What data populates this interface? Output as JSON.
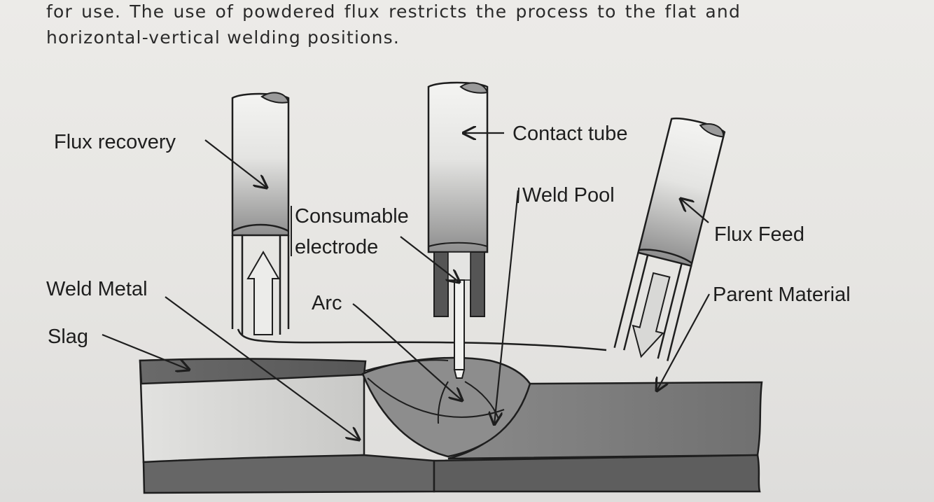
{
  "paragraph": {
    "line1": "for use. The use of powdered flux restricts the process to the flat and",
    "line2": "horizontal-vertical welding positions."
  },
  "labels": {
    "flux_recovery": "Flux recovery",
    "contact_tube": "Contact tube",
    "weld_pool": "Weld Pool",
    "consumable": "Consumable",
    "electrode": "electrode",
    "flux_feed": "Flux Feed",
    "weld_metal": "Weld Metal",
    "arc": "Arc",
    "parent_material": "Parent Material",
    "slag": "Slag"
  },
  "colors": {
    "ink": "#1e1e1e",
    "plate_dark": "#6f6f6f",
    "slag_band": "#5a5a5a",
    "weld": "#8c8c8c"
  }
}
